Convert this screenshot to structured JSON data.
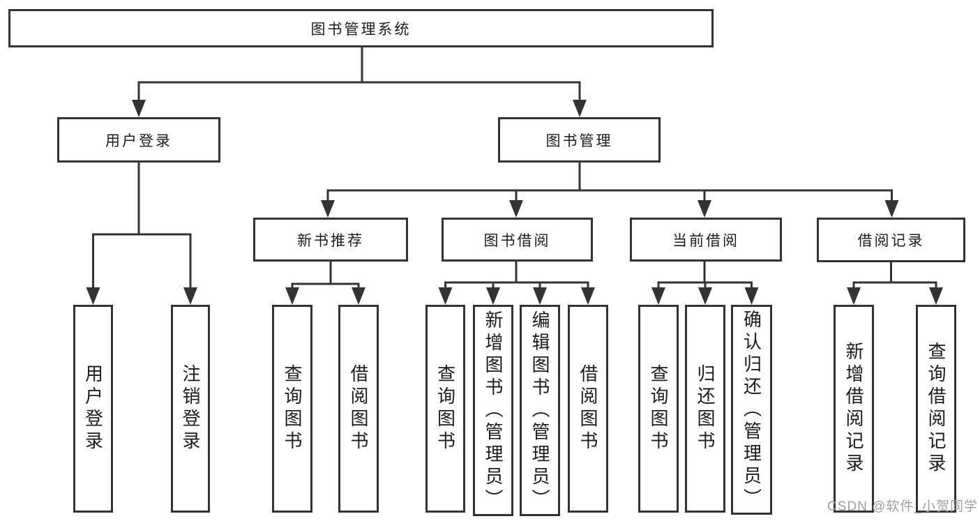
{
  "tree": {
    "label": "图书管理系统",
    "children": [
      {
        "label": "用户登录",
        "children": [
          {
            "label": "用户登录"
          },
          {
            "label": "注销登录"
          }
        ]
      },
      {
        "label": "图书管理",
        "children": [
          {
            "label": "新书推荐",
            "children": [
              {
                "label": "查询图书"
              },
              {
                "label": "借阅图书"
              }
            ]
          },
          {
            "label": "图书借阅",
            "children": [
              {
                "label": "查询图书"
              },
              {
                "label": "新增图书（管理员）"
              },
              {
                "label": "编辑图书（管理员）"
              },
              {
                "label": "借阅图书"
              }
            ]
          },
          {
            "label": "当前借阅",
            "children": [
              {
                "label": "查询图书"
              },
              {
                "label": "归还图书"
              },
              {
                "label": "确认归还（管理员）"
              }
            ]
          },
          {
            "label": "借阅记录",
            "children": [
              {
                "label": "新增借阅记录"
              },
              {
                "label": "查询借阅记录"
              }
            ]
          }
        ]
      }
    ]
  },
  "watermark": "CSDN @软件_小贺同学",
  "colors": {
    "line": "#333333",
    "box_border": "#333333",
    "text": "#1b1b1b",
    "watermark": "#9e9e9e",
    "background": "#ffffff"
  }
}
